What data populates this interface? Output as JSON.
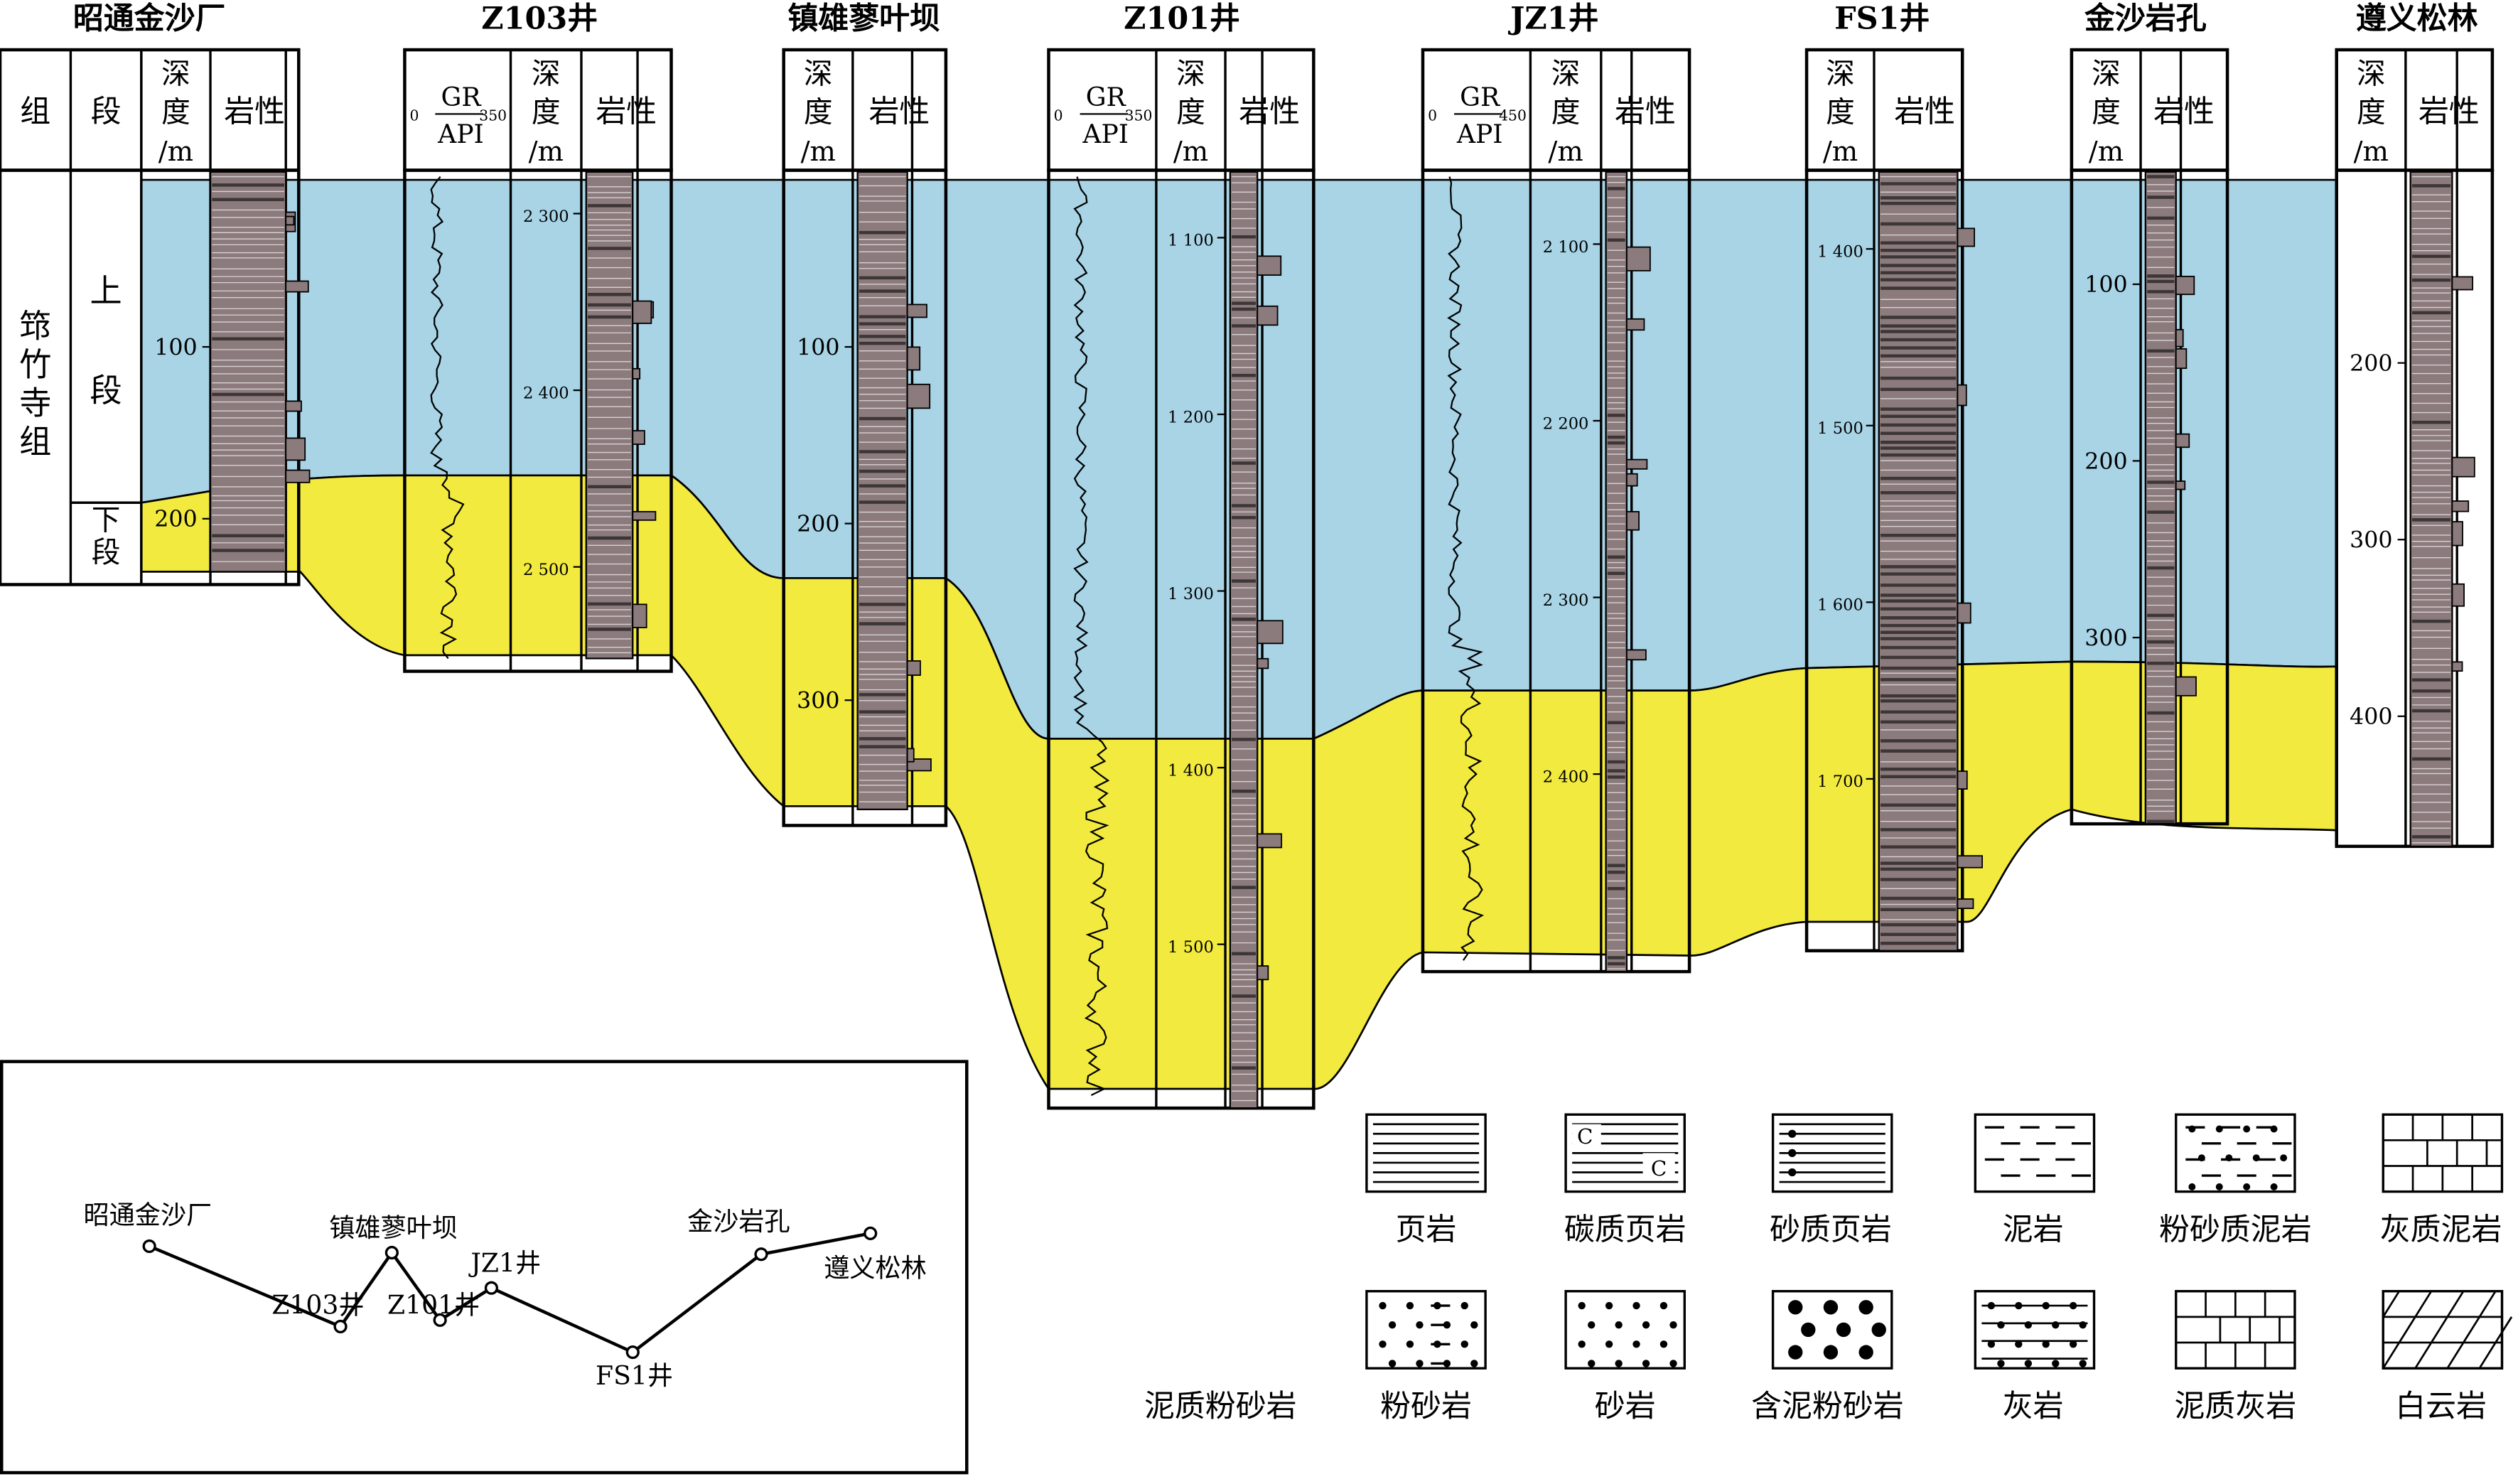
{
  "formation_labels": {
    "group": "组",
    "segment": "段",
    "depth_line1": "深",
    "depth_line2": "度",
    "depth_line3": "/m",
    "lithology": "岩性",
    "formation_name": [
      "筇",
      "竹",
      "寺",
      "组"
    ],
    "upper_segment": [
      "上",
      "段"
    ],
    "lower_segment": [
      "下",
      "段"
    ]
  },
  "gr_label": {
    "top": "GR",
    "bottom": "API",
    "zero": "0"
  },
  "wells": [
    {
      "name": "昭通金沙厂",
      "depth_ticks": [
        "100",
        "200"
      ],
      "gr_max": ""
    },
    {
      "name": "Z103井",
      "depth_ticks": [
        "2 300",
        "2 400",
        "2 500"
      ],
      "gr_max": "350"
    },
    {
      "name": "镇雄蓼叶坝",
      "depth_ticks": [
        "100",
        "200",
        "300"
      ],
      "gr_max": ""
    },
    {
      "name": "Z101井",
      "depth_ticks": [
        "1 100",
        "1 200",
        "1 300",
        "1 400",
        "1 500"
      ],
      "gr_max": "350"
    },
    {
      "name": "JZ1井",
      "depth_ticks": [
        "2 100",
        "2 200",
        "2 300",
        "2 400"
      ],
      "gr_max": "450"
    },
    {
      "name": "FS1井",
      "depth_ticks": [
        "1 400",
        "1 500",
        "1 600",
        "1 700"
      ],
      "gr_max": ""
    },
    {
      "name": "金沙岩孔",
      "depth_ticks": [
        "100",
        "200",
        "300"
      ],
      "gr_max": ""
    },
    {
      "name": "遵义松林",
      "depth_ticks": [
        "200",
        "300",
        "400"
      ],
      "gr_max": ""
    }
  ],
  "colors": {
    "upper_segment": "#a8d4e6",
    "lower_segment": "#f2ea3e",
    "rock": "#8c7b7d",
    "rock_dark": "#3d3636"
  },
  "map_labels": [
    "昭通金沙厂",
    "镇雄蓼叶坝",
    "Z103井",
    "Z101井",
    "JZ1井",
    "FS1井",
    "金沙岩孔",
    "遵义松林"
  ],
  "legend": [
    "页岩",
    "碳质页岩",
    "砂质页岩",
    "泥岩",
    "粉砂质泥岩",
    "灰质泥岩",
    "泥质粉砂岩",
    "粉砂岩",
    "砂岩",
    "含泥粉砂岩",
    "灰岩",
    "泥质灰岩",
    "白云岩"
  ],
  "legend_c": "C"
}
